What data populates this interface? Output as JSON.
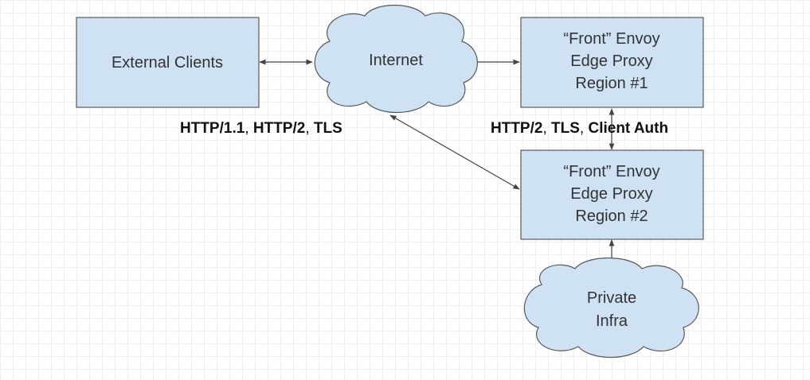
{
  "nodes": {
    "external_clients": {
      "label": "External Clients"
    },
    "internet": {
      "label": "Internet"
    },
    "front_envoy_1": {
      "line1": "“Front” Envoy",
      "line2": "Edge Proxy",
      "line3": "Region #1"
    },
    "front_envoy_2": {
      "line1": "“Front” Envoy",
      "line2": "Edge Proxy",
      "line3": "Region #2"
    },
    "private_infra": {
      "line1": "Private",
      "line2": "Infra"
    }
  },
  "edge_labels": {
    "client_protocols": {
      "part1": "HTTP/1.1",
      "sep1": ", ",
      "part2": "HTTP/2",
      "sep2": ", ",
      "part3": "TLS"
    },
    "envoy_protocols": {
      "part1": "HTTP/2",
      "sep1": ", ",
      "part2": "TLS",
      "sep2": ", ",
      "part3": "Client Auth"
    }
  },
  "colors": {
    "node_fill": "#cfe2f3",
    "node_stroke": "#595959",
    "arrow": "#444444"
  }
}
